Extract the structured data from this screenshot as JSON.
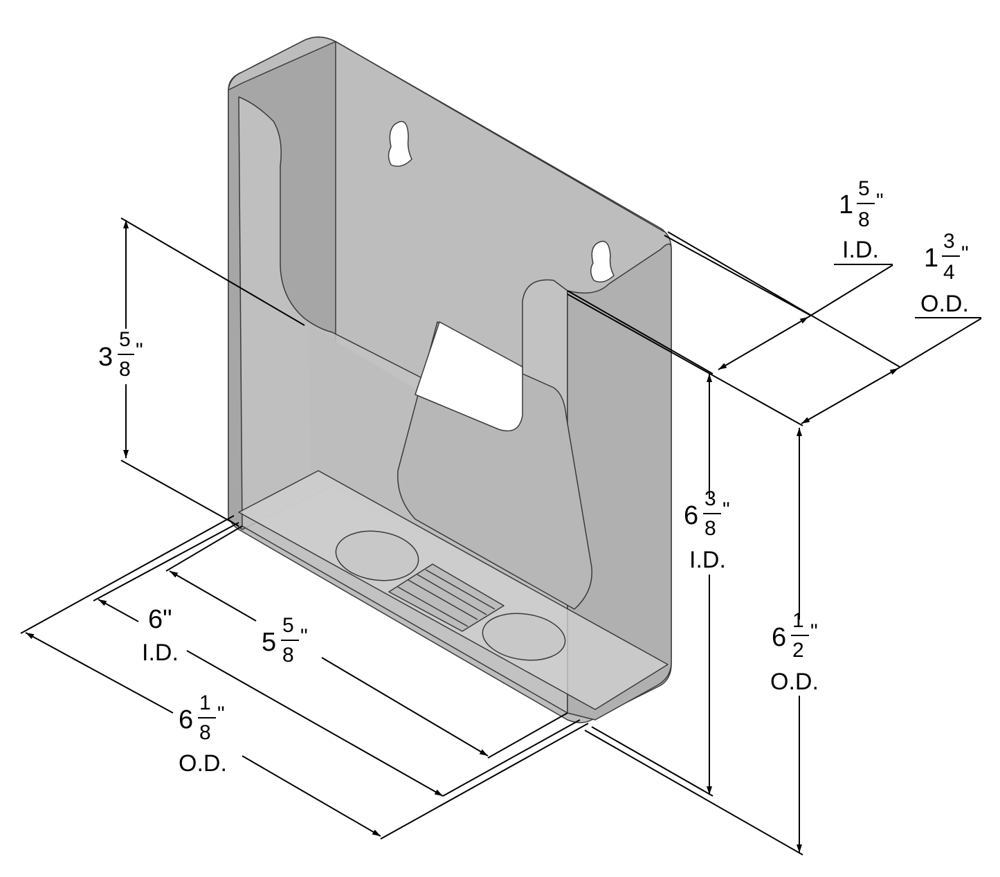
{
  "colors": {
    "body": "#b8b8b8",
    "body_dark": "#9c9c9c",
    "body_light": "#d6d6d6",
    "edge": "#3a3a3a",
    "dimension": "#000000",
    "background": "#ffffff"
  },
  "dimensions": {
    "cutout_height": {
      "whole": "3",
      "num": "5",
      "den": "8",
      "unit": "\""
    },
    "inner_depth": {
      "whole": "1",
      "num": "5",
      "den": "8",
      "unit": "\"",
      "label": "I.D."
    },
    "outer_depth": {
      "whole": "1",
      "num": "3",
      "den": "4",
      "unit": "\"",
      "label": "O.D."
    },
    "inner_height": {
      "whole": "6",
      "num": "3",
      "den": "8",
      "unit": "\"",
      "label": "I.D."
    },
    "outer_height": {
      "whole": "6",
      "num": "1",
      "den": "2",
      "unit": "\"",
      "label": "O.D."
    },
    "inner_width": {
      "value": "6\"",
      "label": "I.D."
    },
    "front_width": {
      "whole": "5",
      "num": "5",
      "den": "8",
      "unit": "\""
    },
    "outer_width": {
      "whole": "6",
      "num": "1",
      "den": "8",
      "unit": "\"",
      "label": "O.D."
    }
  }
}
